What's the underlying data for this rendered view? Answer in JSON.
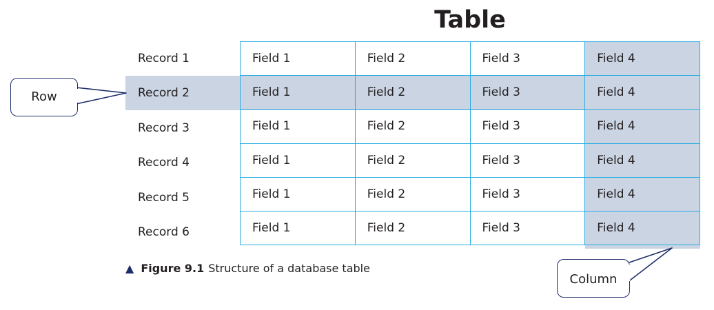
{
  "title": "Table",
  "records": [
    "Record 1",
    "Record 2",
    "Record 3",
    "Record 4",
    "Record 5",
    "Record 6"
  ],
  "fields": [
    "Field 1",
    "Field 2",
    "Field 3",
    "Field 4"
  ],
  "callouts": {
    "row": "Row",
    "column": "Column"
  },
  "caption": {
    "figure": "Figure 9.1",
    "text": "Structure of a database table"
  },
  "colors": {
    "grid": "#29abe2",
    "highlight": "#cad4e3",
    "callout_border": "#1d2d6b"
  }
}
